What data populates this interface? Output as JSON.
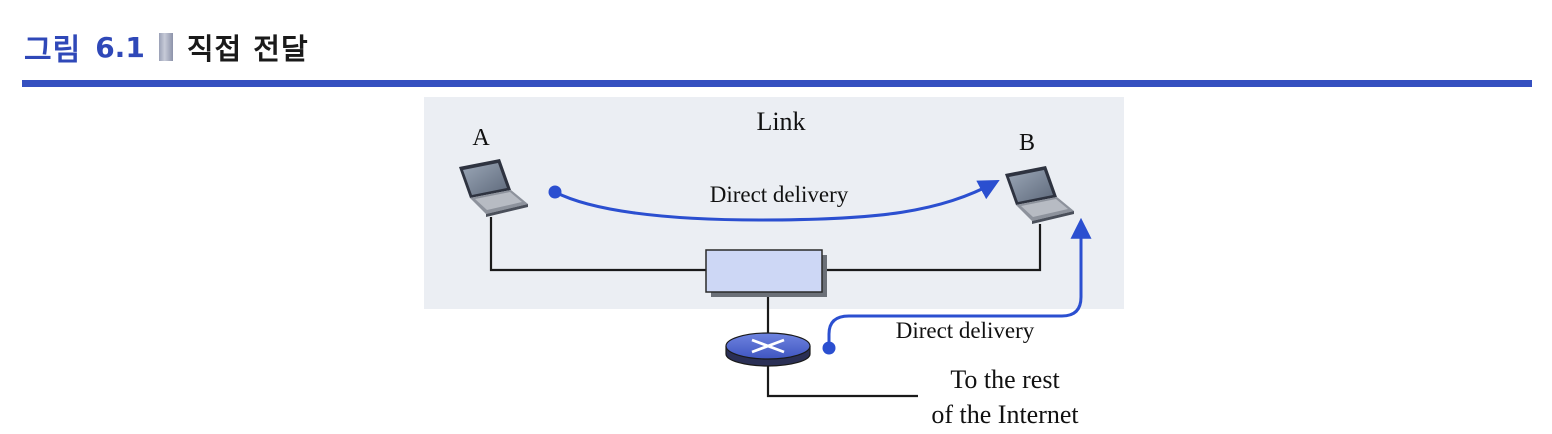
{
  "header": {
    "label": "그림",
    "number": "6.1",
    "title": "직접 전달"
  },
  "diagram": {
    "link_label": "Link",
    "host_a": "A",
    "host_b": "B",
    "delivery_top": "Direct delivery",
    "delivery_bottom": "Direct delivery",
    "internet_line1": "To the rest",
    "internet_line2": "of the Internet"
  },
  "colors": {
    "accent": "#3550c0",
    "arrow": "#2b4fd0",
    "panel": "#ebeef3",
    "switch": "#cdd7f5",
    "router": "#4a60c8"
  }
}
